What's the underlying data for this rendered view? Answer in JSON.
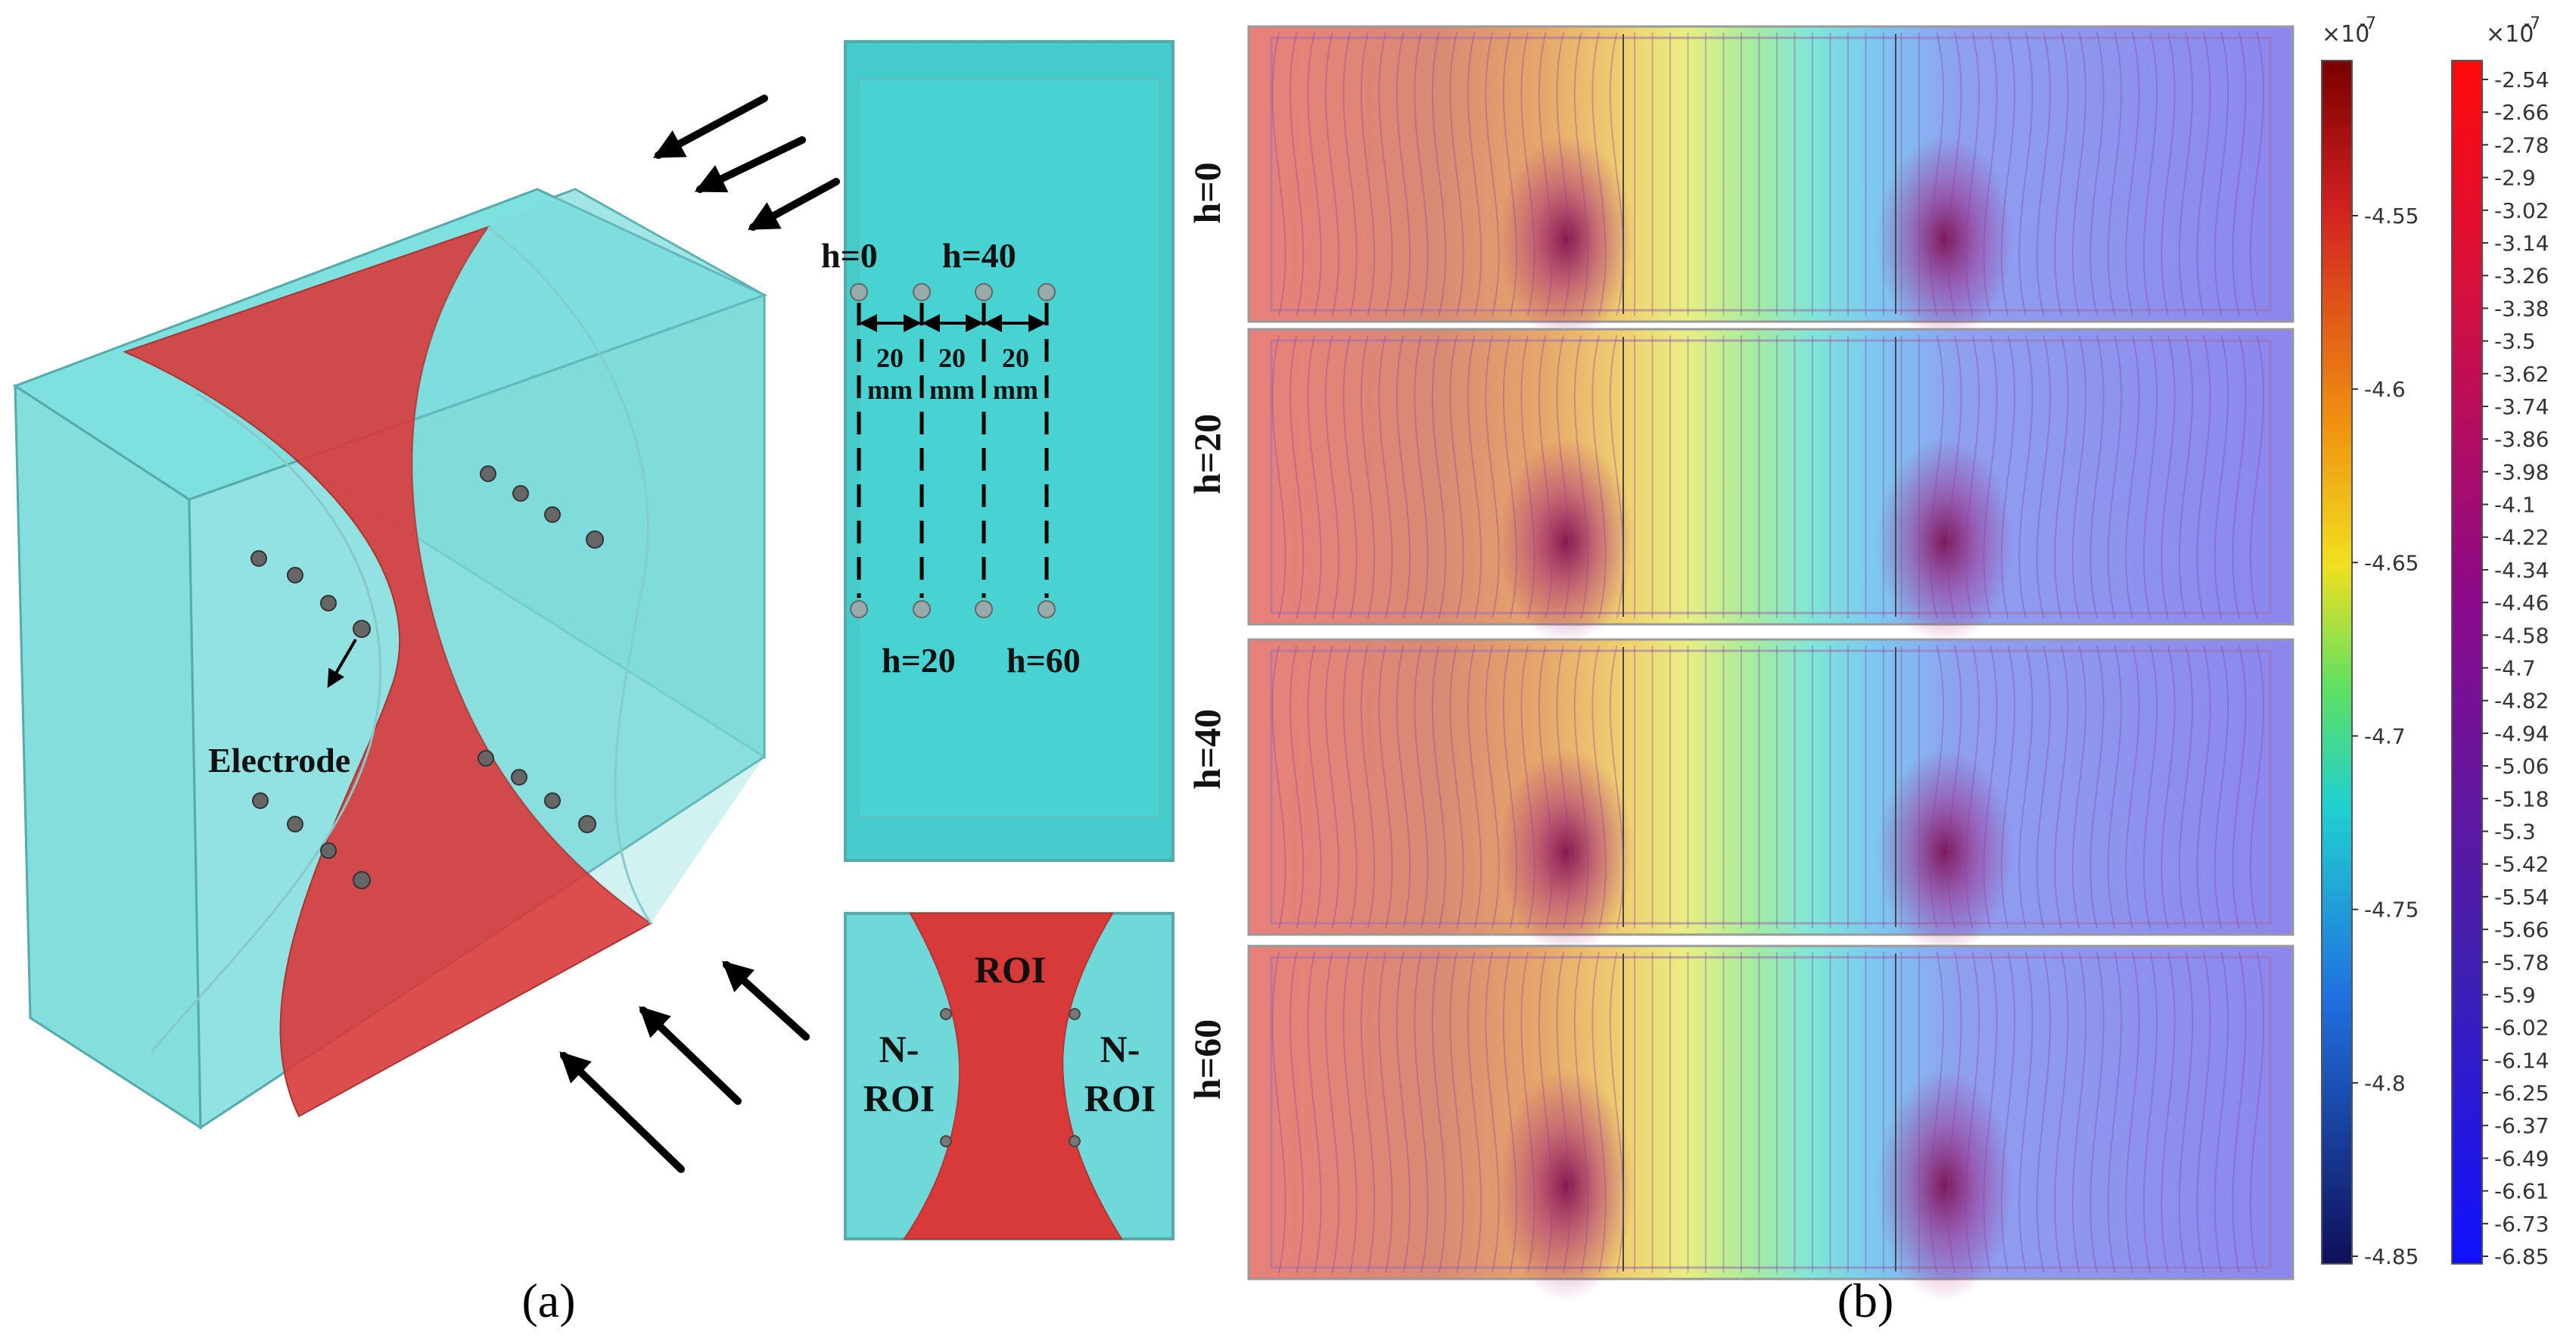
{
  "panel_a": {
    "caption": "(a)",
    "electrode_label": "Electrode",
    "top_view": {
      "h_labels": [
        "h=0",
        "h=40",
        "h=20",
        "h=60"
      ],
      "spacing_labels": [
        {
          "value": "20",
          "unit": "mm"
        },
        {
          "value": "20",
          "unit": "mm"
        },
        {
          "value": "20",
          "unit": "mm"
        }
      ]
    },
    "cross_section": {
      "roi_label": "ROI",
      "nroi_left": [
        "N-",
        "ROI"
      ],
      "nroi_right": [
        "N-",
        "ROI"
      ]
    },
    "colors": {
      "roi": "#d83a3a",
      "tissue": "#6fd8d8",
      "electrode": "#555555"
    }
  },
  "panel_b": {
    "caption": "(b)",
    "slice_labels": [
      "h=0",
      "h=20",
      "h=40",
      "h=60"
    ],
    "colorbar_left": {
      "exponent_base": "×10",
      "exponent_power": "-7",
      "ticks": [
        "-4.55",
        "-4.6",
        "-4.65",
        "-4.7",
        "-4.75",
        "-4.8",
        "-4.85"
      ],
      "colormap": "rainbow"
    },
    "colorbar_right": {
      "exponent_base": "×10",
      "exponent_power": "-7",
      "ticks": [
        "-2.54",
        "-2.66",
        "-2.78",
        "-2.9",
        "-3.02",
        "-3.14",
        "-3.26",
        "-3.38",
        "-3.5",
        "-3.62",
        "-3.74",
        "-3.86",
        "-3.98",
        "-4.1",
        "-4.22",
        "-4.34",
        "-4.46",
        "-4.58",
        "-4.7",
        "-4.82",
        "-4.94",
        "-5.06",
        "-5.18",
        "-5.3",
        "-5.42",
        "-5.54",
        "-5.66",
        "-5.78",
        "-5.9",
        "-6.02",
        "-6.14",
        "-6.25",
        "-6.37",
        "-6.49",
        "-6.61",
        "-6.73",
        "-6.85"
      ],
      "colormap": "red-purple-blue"
    }
  }
}
